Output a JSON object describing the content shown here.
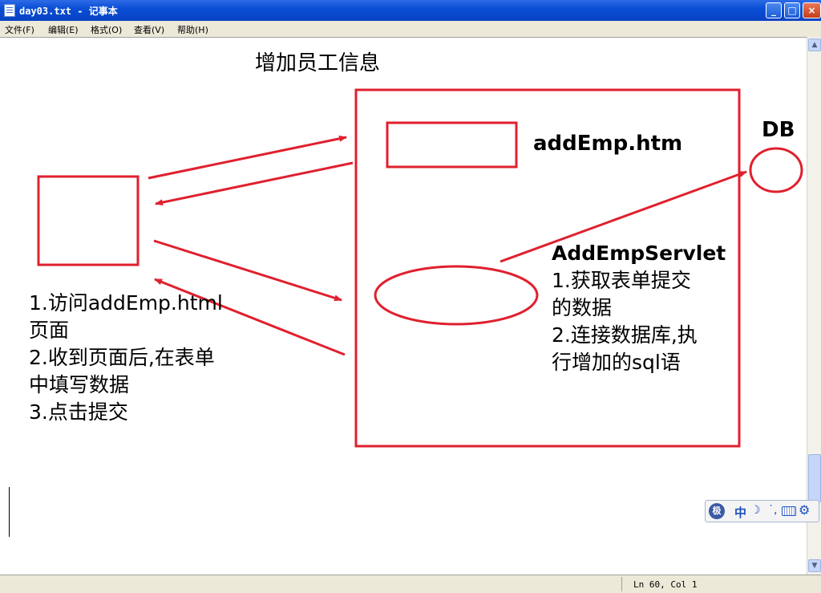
{
  "window": {
    "title": "day03.txt - 记事本",
    "buttons": {
      "minimize": "_",
      "maximize": "□",
      "close": "×"
    }
  },
  "menu": {
    "items": [
      "文件(F)",
      "编辑(E)",
      "格式(O)",
      "查看(V)",
      "帮助(H)"
    ]
  },
  "diagram": {
    "heading": "增加员工信息",
    "form_label": "addEmp.htm",
    "db_label": "DB",
    "servlet_lines": [
      "AddEmpServlet",
      "1.获取表单提交",
      "的数据",
      "2.连接数据库,执",
      "行增加的sql语"
    ],
    "client_lines": [
      "1.访问addEmp.html",
      "页面",
      "2.收到页面后,在表单",
      "中填写数据",
      "3.点击提交"
    ],
    "colors": {
      "stroke": "#e0202e",
      "text": "#000000"
    }
  },
  "statusbar": {
    "position": "Ln 60, Col 1"
  },
  "ime": {
    "logo": "极",
    "mode": "中",
    "moon": "☽",
    "punct": "˙,",
    "keyboard": "keyboard-icon",
    "settings": "⚙"
  }
}
